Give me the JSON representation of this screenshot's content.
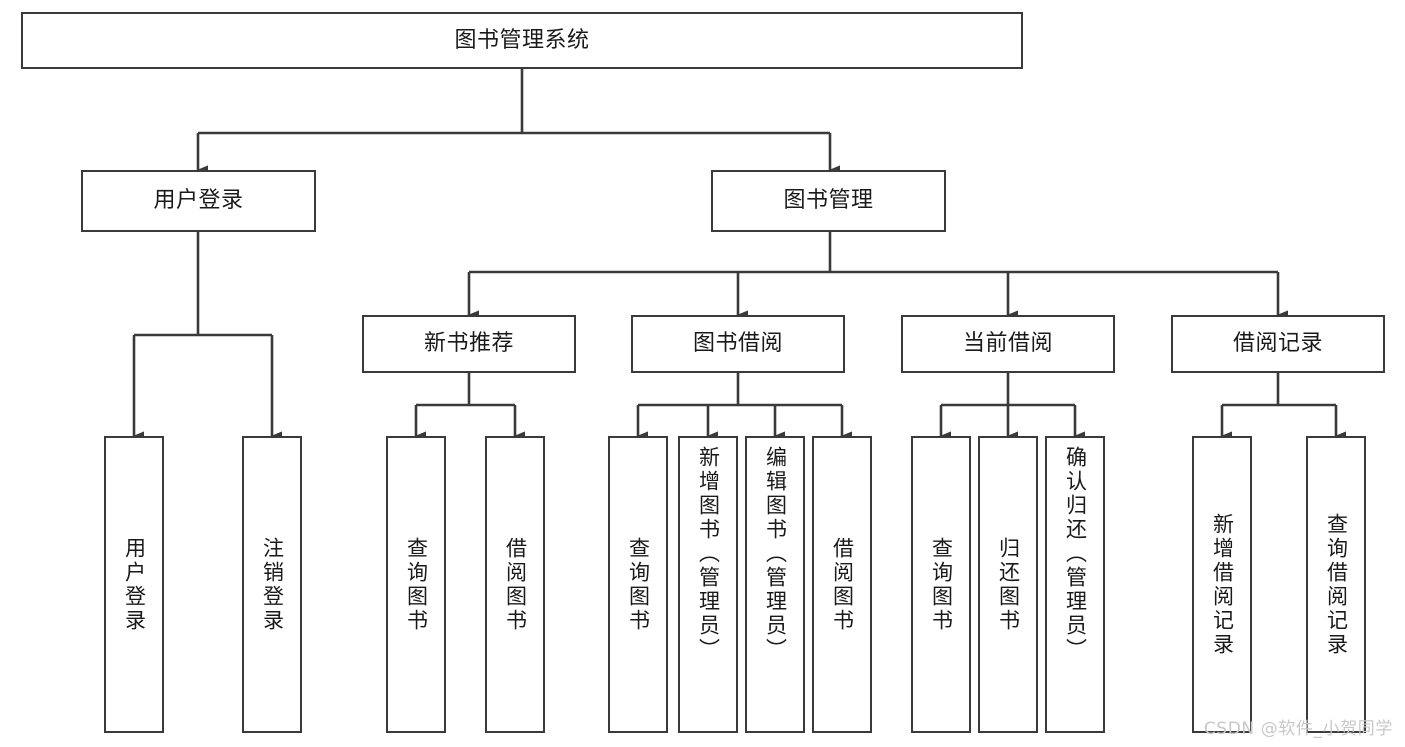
{
  "diagram": {
    "title": "图书管理系统",
    "type": "tree",
    "root": {
      "id": "root",
      "label": "图书管理系统"
    },
    "level2": [
      {
        "id": "user-login",
        "label": "用户登录"
      },
      {
        "id": "book-manage",
        "label": "图书管理"
      }
    ],
    "level3": [
      {
        "id": "new-book-recommend",
        "label": "新书推荐",
        "parent": "book-manage"
      },
      {
        "id": "book-borrow",
        "label": "图书借阅",
        "parent": "book-manage"
      },
      {
        "id": "current-borrow",
        "label": "当前借阅",
        "parent": "book-manage"
      },
      {
        "id": "borrow-record",
        "label": "借阅记录",
        "parent": "book-manage"
      }
    ],
    "leaves": {
      "user-login": [
        {
          "id": "leaf-user-login",
          "label": "用户登录"
        },
        {
          "id": "leaf-logout-login",
          "label": "注销登录"
        }
      ],
      "new-book-recommend": [
        {
          "id": "leaf-query-book-1",
          "label": "查询图书"
        },
        {
          "id": "leaf-borrow-book-1",
          "label": "借阅图书"
        }
      ],
      "book-borrow": [
        {
          "id": "leaf-query-book-2",
          "label": "查询图书"
        },
        {
          "id": "leaf-add-book",
          "label": "新增图书（管理员）"
        },
        {
          "id": "leaf-edit-book",
          "label": "编辑图书（管理员）"
        },
        {
          "id": "leaf-borrow-book-2",
          "label": "借阅图书"
        }
      ],
      "current-borrow": [
        {
          "id": "leaf-query-book-3",
          "label": "查询图书"
        },
        {
          "id": "leaf-return-book",
          "label": "归还图书"
        },
        {
          "id": "leaf-confirm-return",
          "label": "确认归还（管理员）"
        }
      ],
      "borrow-record": [
        {
          "id": "leaf-add-record",
          "label": "新增借阅记录"
        },
        {
          "id": "leaf-query-record",
          "label": "查询借阅记录"
        }
      ]
    }
  },
  "watermark": {
    "text": "CSDN @软件_小贺同学"
  },
  "colors": {
    "stroke": "#3a3a3a",
    "background": "#ffffff",
    "text": "#1a1a1a",
    "watermark": "#c8c8c8"
  }
}
